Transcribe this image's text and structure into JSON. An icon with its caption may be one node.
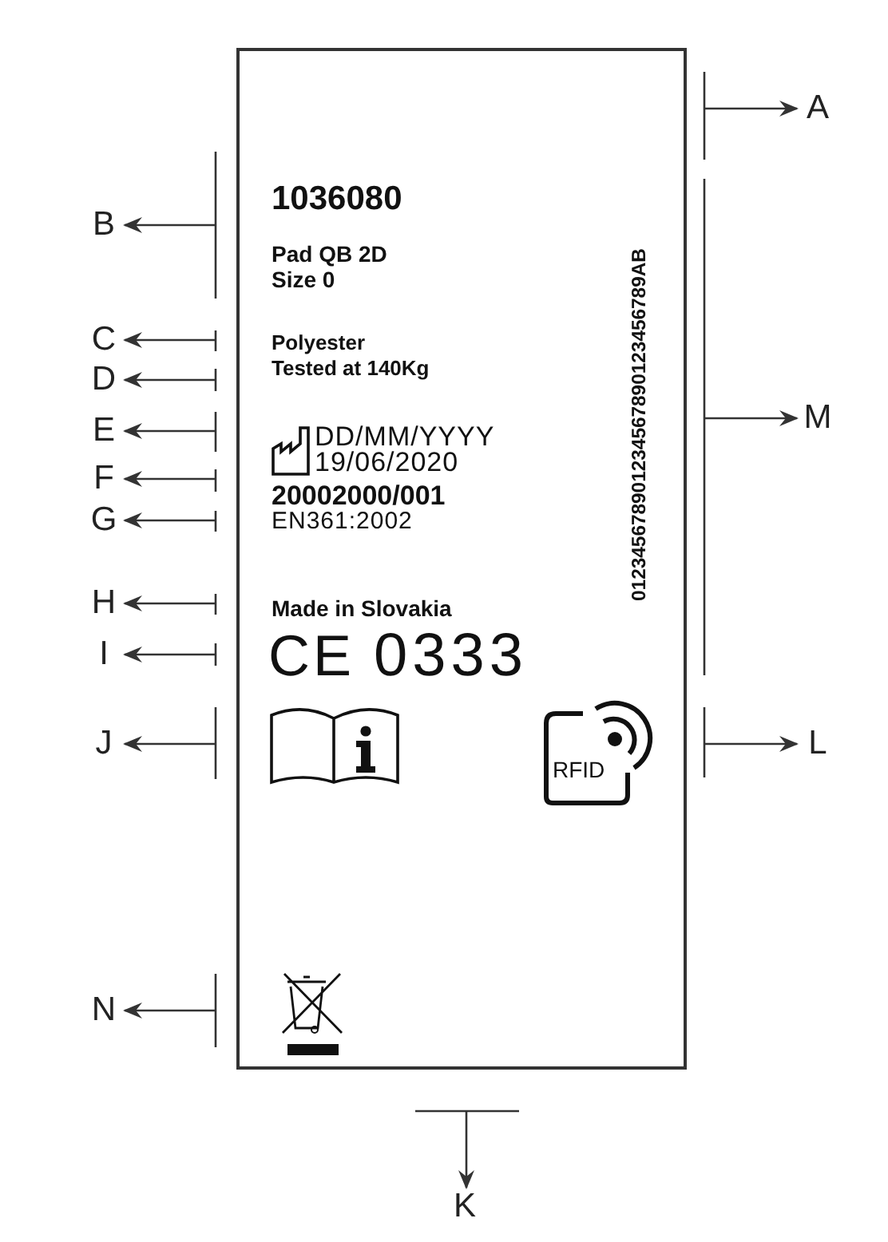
{
  "diagram": {
    "nodes": [
      {
        "text": [
          "1036080",
          "Pad QB 2D",
          "Size 0",
          "Polyester",
          "Tested at 140Kg",
          "DD/MM/YYYY",
          "19/06/2020",
          "20002000/001",
          "EN361:2002",
          "Made in Slovakia",
          "CE",
          "0333",
          "RFID",
          "012345678901234567890123456789AB"
        ]
      },
      {
        "text": [
          "A"
        ]
      },
      {
        "text": [
          "B"
        ]
      },
      {
        "text": [
          "C"
        ]
      },
      {
        "text": [
          "D"
        ]
      },
      {
        "text": [
          "E"
        ]
      },
      {
        "text": [
          "F"
        ]
      },
      {
        "text": [
          "G"
        ]
      },
      {
        "text": [
          "H"
        ]
      },
      {
        "text": [
          "I"
        ]
      },
      {
        "text": [
          "J"
        ]
      },
      {
        "text": [
          "K"
        ]
      },
      {
        "text": [
          "L"
        ]
      },
      {
        "text": [
          "M"
        ]
      },
      {
        "text": [
          "N"
        ]
      }
    ],
    "edges": [
      {
        "from": 0,
        "to": 1,
        "arrow": "to"
      },
      {
        "from": 0,
        "to": 2,
        "arrow": "to"
      },
      {
        "from": 0,
        "to": 3,
        "arrow": "to"
      },
      {
        "from": 0,
        "to": 4,
        "arrow": "to"
      },
      {
        "from": 0,
        "to": 5,
        "arrow": "to"
      },
      {
        "from": 0,
        "to": 6,
        "arrow": "to"
      },
      {
        "from": 0,
        "to": 7,
        "arrow": "to"
      },
      {
        "from": 0,
        "to": 8,
        "arrow": "to"
      },
      {
        "from": 0,
        "to": 9,
        "arrow": "to"
      },
      {
        "from": 0,
        "to": 10,
        "arrow": "to"
      },
      {
        "from": 0,
        "to": 11,
        "arrow": "to"
      },
      {
        "from": 0,
        "to": 12,
        "arrow": "to"
      },
      {
        "from": 0,
        "to": 13,
        "arrow": "to"
      },
      {
        "from": 0,
        "to": 14,
        "arrow": "to"
      }
    ]
  }
}
